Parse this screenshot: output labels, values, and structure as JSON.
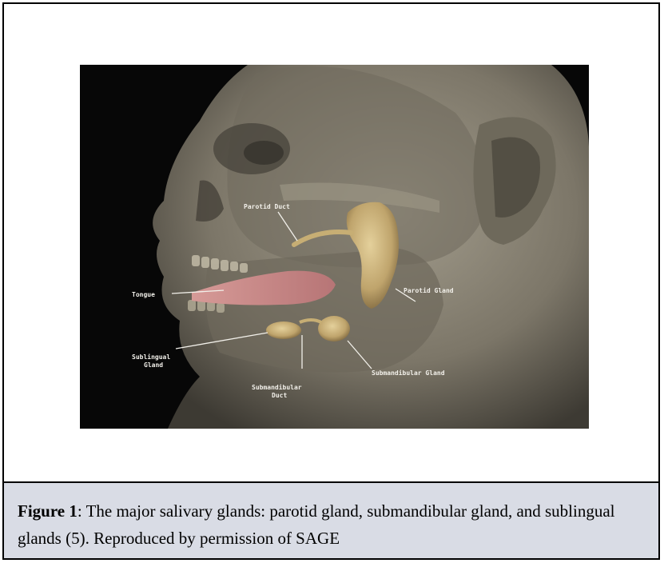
{
  "figure": {
    "labels": {
      "parotid_duct": "Parotid Duct",
      "tongue": "Tongue",
      "parotid_gland": "Parotid Gland",
      "sublingual_gland_line1": "Sublingual",
      "sublingual_gland_line2": "Gland",
      "submandibular_gland": "Submandibular Gland",
      "submandibular_duct_line1": "Submandibular",
      "submandibular_duct_line2": "Duct"
    }
  },
  "caption": {
    "label": "Figure 1",
    "text": ": The major salivary glands: parotid gland, submandibular gland, and sublingual glands (5). Reproduced by permission of SAGE"
  },
  "colors": {
    "caption_background": "#d9dce5",
    "figure_background": "#070707",
    "skin": "#8b8576",
    "gland": "#cdb47c",
    "tongue": "#c98b8b"
  }
}
